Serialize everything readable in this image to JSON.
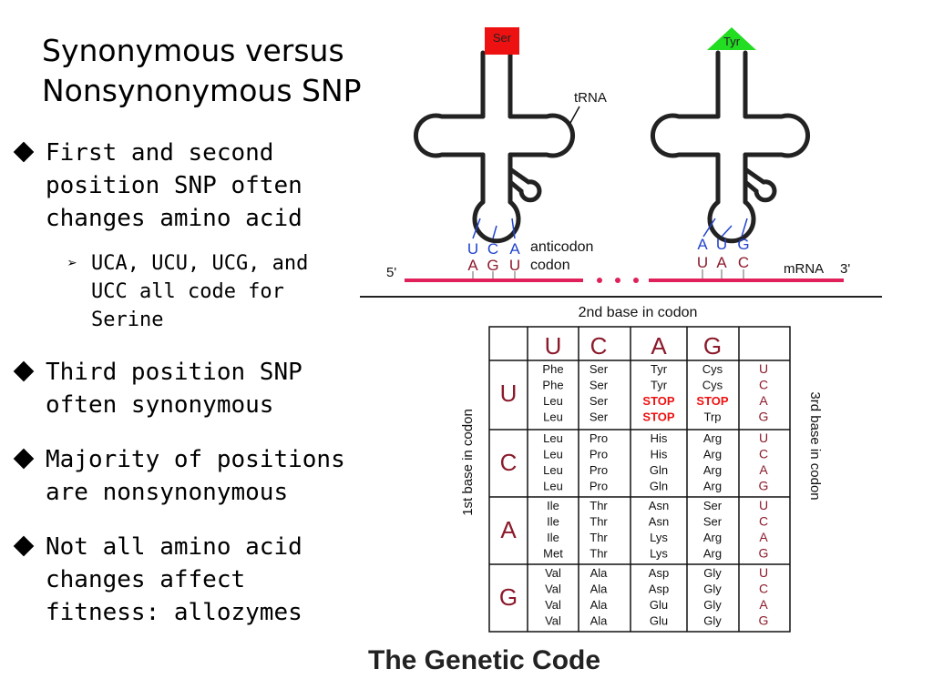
{
  "title": {
    "line1": "Synonymous versus",
    "line2": "Nonsynonymous SNP"
  },
  "bullets": [
    {
      "lines": [
        "First and second",
        "position SNP often",
        "changes amino acid"
      ],
      "sub": {
        "lines": [
          "UCA, UCU, UCG, and",
          "UCC all code for",
          "Serine"
        ]
      }
    },
    {
      "lines": [
        "Third position SNP",
        "often synonymous"
      ]
    },
    {
      "lines": [
        "Majority of positions",
        "are nonsynonymous"
      ]
    },
    {
      "lines": [
        "Not all amino acid",
        "changes affect",
        "fitness: allozymes"
      ]
    }
  ],
  "figure": {
    "left_aa": "Ser",
    "right_aa": "Tyr",
    "trna_label": "tRNA",
    "left_anticodon": [
      "U",
      "C",
      "A"
    ],
    "left_codon": [
      "A",
      "G",
      "U"
    ],
    "right_anticodon": [
      "A",
      "U",
      "G"
    ],
    "right_codon": [
      "U",
      "A",
      "C"
    ],
    "anticodon_label": "anticodon",
    "codon_label": "codon",
    "five_prime": "5'",
    "mrna_label": "mRNA",
    "three_prime": "3'",
    "colors": {
      "ser": "#ee1111",
      "tyr": "#22dd22",
      "pink": "#e0205a",
      "blue": "#2244cc",
      "maroon": "#8b1a2b",
      "red": "#ee1111"
    }
  },
  "table": {
    "top_label": "2nd base in codon",
    "left_label": "1st base in codon",
    "right_label": "3rd base in codon",
    "caption": "The Genetic Code",
    "bases": [
      "U",
      "C",
      "A",
      "G"
    ],
    "cells": [
      [
        [
          "Phe",
          "Phe",
          "Leu",
          "Leu"
        ],
        [
          "Ser",
          "Ser",
          "Ser",
          "Ser"
        ],
        [
          "Tyr",
          "Tyr",
          "STOP",
          "STOP"
        ],
        [
          "Cys",
          "Cys",
          "STOP",
          "Trp"
        ]
      ],
      [
        [
          "Leu",
          "Leu",
          "Leu",
          "Leu"
        ],
        [
          "Pro",
          "Pro",
          "Pro",
          "Pro"
        ],
        [
          "His",
          "His",
          "Gln",
          "Gln"
        ],
        [
          "Arg",
          "Arg",
          "Arg",
          "Arg"
        ]
      ],
      [
        [
          "Ile",
          "Ile",
          "Ile",
          "Met"
        ],
        [
          "Thr",
          "Thr",
          "Thr",
          "Thr"
        ],
        [
          "Asn",
          "Asn",
          "Lys",
          "Lys"
        ],
        [
          "Ser",
          "Ser",
          "Arg",
          "Arg"
        ]
      ],
      [
        [
          "Val",
          "Val",
          "Val",
          "Val"
        ],
        [
          "Ala",
          "Ala",
          "Ala",
          "Ala"
        ],
        [
          "Asp",
          "Asp",
          "Glu",
          "Glu"
        ],
        [
          "Gly",
          "Gly",
          "Gly",
          "Gly"
        ]
      ]
    ]
  }
}
